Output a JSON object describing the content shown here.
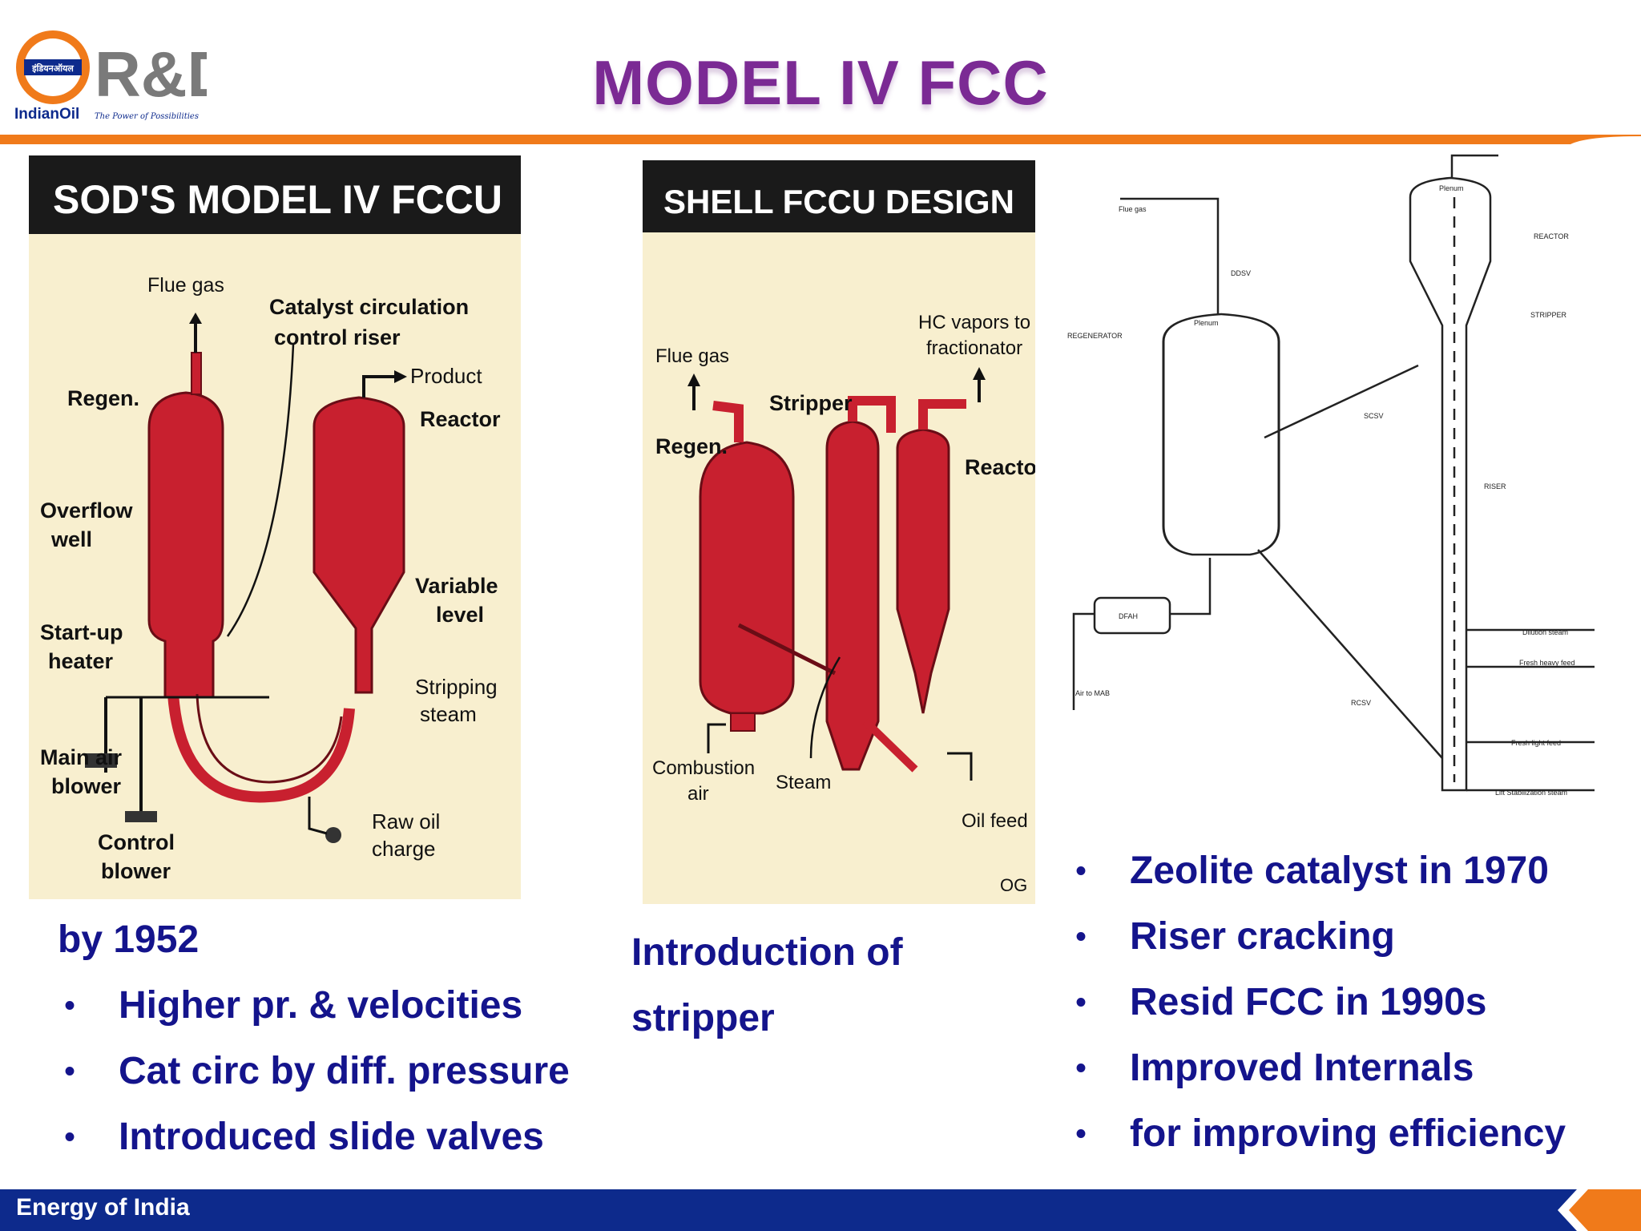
{
  "logo": {
    "badge_text": "इंडियनऑयल",
    "rd_text": "R&D",
    "company": "IndianOil",
    "tagline": "The Power of Possibilities"
  },
  "title": "MODEL IV FCC",
  "figure_sod": {
    "header": "SOD'S MODEL IV FCCU",
    "labels": {
      "flue_gas": "Flue gas",
      "catalyst_circulation": "Catalyst circulation",
      "control_riser": "control riser",
      "product": "Product",
      "regen": "Regen.",
      "reactor": "Reactor",
      "overflow": "Overflow",
      "well": "well",
      "variable": "Variable",
      "level": "level",
      "start_up": "Start-up",
      "heater": "heater",
      "stripping": "Stripping",
      "steam": "steam",
      "main_air": "Main air",
      "blower": "blower",
      "raw_oil": "Raw oil",
      "charge": "charge",
      "control": "Control",
      "control_blower": "blower"
    }
  },
  "figure_shell": {
    "header": "SHELL FCCU DESIGN",
    "labels": {
      "hc_vapors": "HC vapors to",
      "fractionator": "fractionator",
      "flue_gas": "Flue gas",
      "stripper": "Stripper",
      "regen": "Regen.",
      "reactor": "Reactor",
      "combustion": "Combustion",
      "air": "air",
      "steam": "Steam",
      "oil_feed": "Oil feed",
      "og": "OG"
    }
  },
  "figure_modern": {
    "labels": {
      "flue_gas": "Flue gas",
      "ddsv": "DDSV",
      "plenum_regen": "Plenum",
      "plenum_reactor": "Plenum",
      "regenerator": "REGENERATOR",
      "reactor": "REACTOR",
      "stripper": "STRIPPER",
      "scsv": "SCSV",
      "riser": "RISER",
      "dfah": "DFAH",
      "air_to_mab": "Air to MAB",
      "rcsv": "RCSV",
      "dilution_steam": "Dilution steam",
      "fresh_heavy_feed": "Fresh heavy feed",
      "fresh_light_feed": "Fresh light feed",
      "lift_steam": "Lift Stabilization steam"
    }
  },
  "col1": {
    "lead": "by 1952",
    "bullets": [
      "Higher pr. & velocities",
      "Cat circ by  diff. pressure",
      "Introduced slide valves"
    ]
  },
  "col2": {
    "line1": "Introduction of",
    "line2": "stripper"
  },
  "col3": {
    "bullets": [
      "Zeolite catalyst in 1970",
      "Riser cracking",
      "Resid FCC in 1990s",
      "Improved Internals",
      "for improving efficiency"
    ]
  },
  "bullet_char": "•",
  "footer": {
    "text": "Energy of India"
  },
  "colors": {
    "title": "#7b2a94",
    "text": "#14148c",
    "footer": "#0d2a8c",
    "accent": "#f07a1a",
    "vessel": "#c8202f"
  }
}
